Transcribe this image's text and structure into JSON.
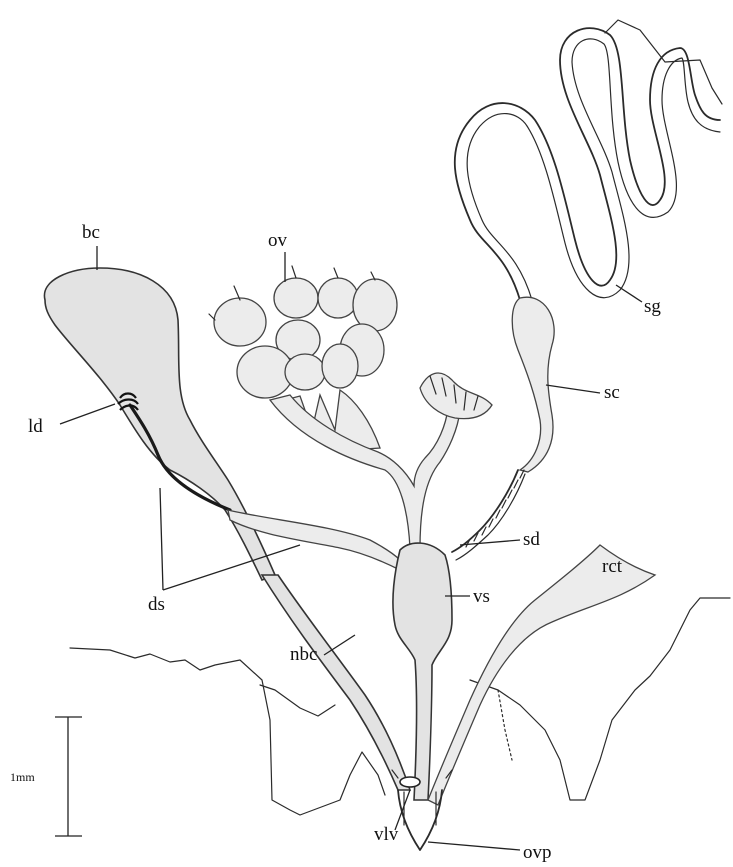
{
  "figure": {
    "labels": {
      "bc": "bc",
      "ov": "ov",
      "sg": "sg",
      "sc": "sc",
      "ld": "ld",
      "sd": "sd",
      "ds": "ds",
      "rct": "rct",
      "vs": "vs",
      "nbc": "nbc",
      "vlv": "vlv",
      "ovp": "ovp"
    },
    "scale_bar": {
      "label": "1mm"
    }
  }
}
